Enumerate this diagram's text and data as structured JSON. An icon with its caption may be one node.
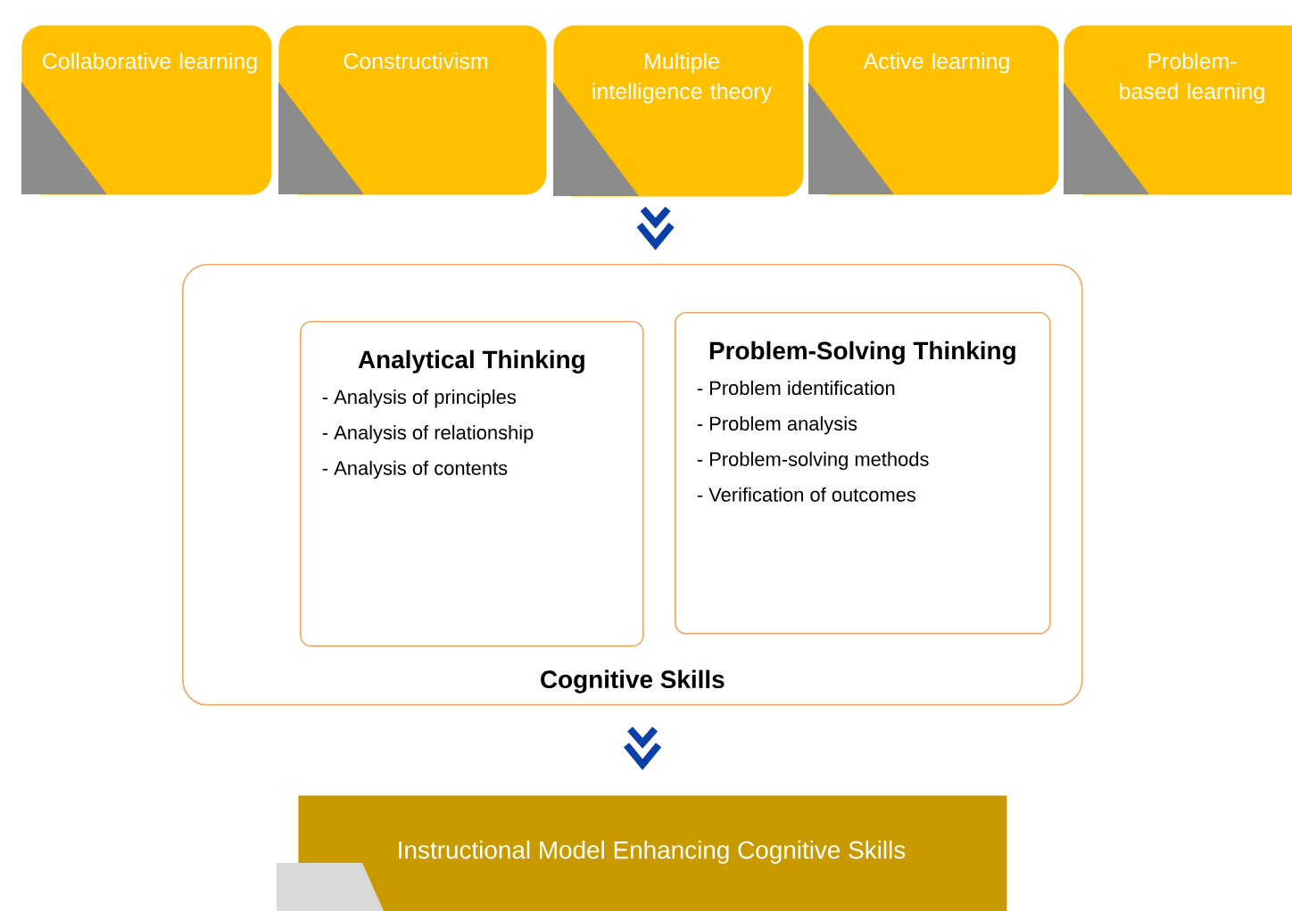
{
  "diagram": {
    "nodes": [
      {
        "text": [
          "Collaborative learning"
        ]
      },
      {
        "text": [
          "Constructivism"
        ]
      },
      {
        "text": [
          "Multiple intelligence theory"
        ]
      },
      {
        "text": [
          "Active learning"
        ]
      },
      {
        "text": [
          "Problem-based learning"
        ]
      },
      {
        "text": [
          "Cognitive Skills"
        ]
      },
      {
        "text": [
          "Analytical Thinking",
          "- Analysis of principles",
          "- Analysis of relationship",
          "- Analysis of contents"
        ],
        "in": 5
      },
      {
        "text": [
          "Problem-Solving Thinking",
          "- Problem identification",
          "- Problem analysis",
          "- Problem-solving methods",
          "- Verification of outcomes"
        ],
        "in": 5
      },
      {
        "text": [
          "Instructional Model Enhancing Cognitive Skills"
        ]
      }
    ],
    "edges": [
      {
        "from": 2,
        "to": 5,
        "arrow": "to"
      },
      {
        "from": 5,
        "to": 8,
        "arrow": "to"
      }
    ]
  }
}
